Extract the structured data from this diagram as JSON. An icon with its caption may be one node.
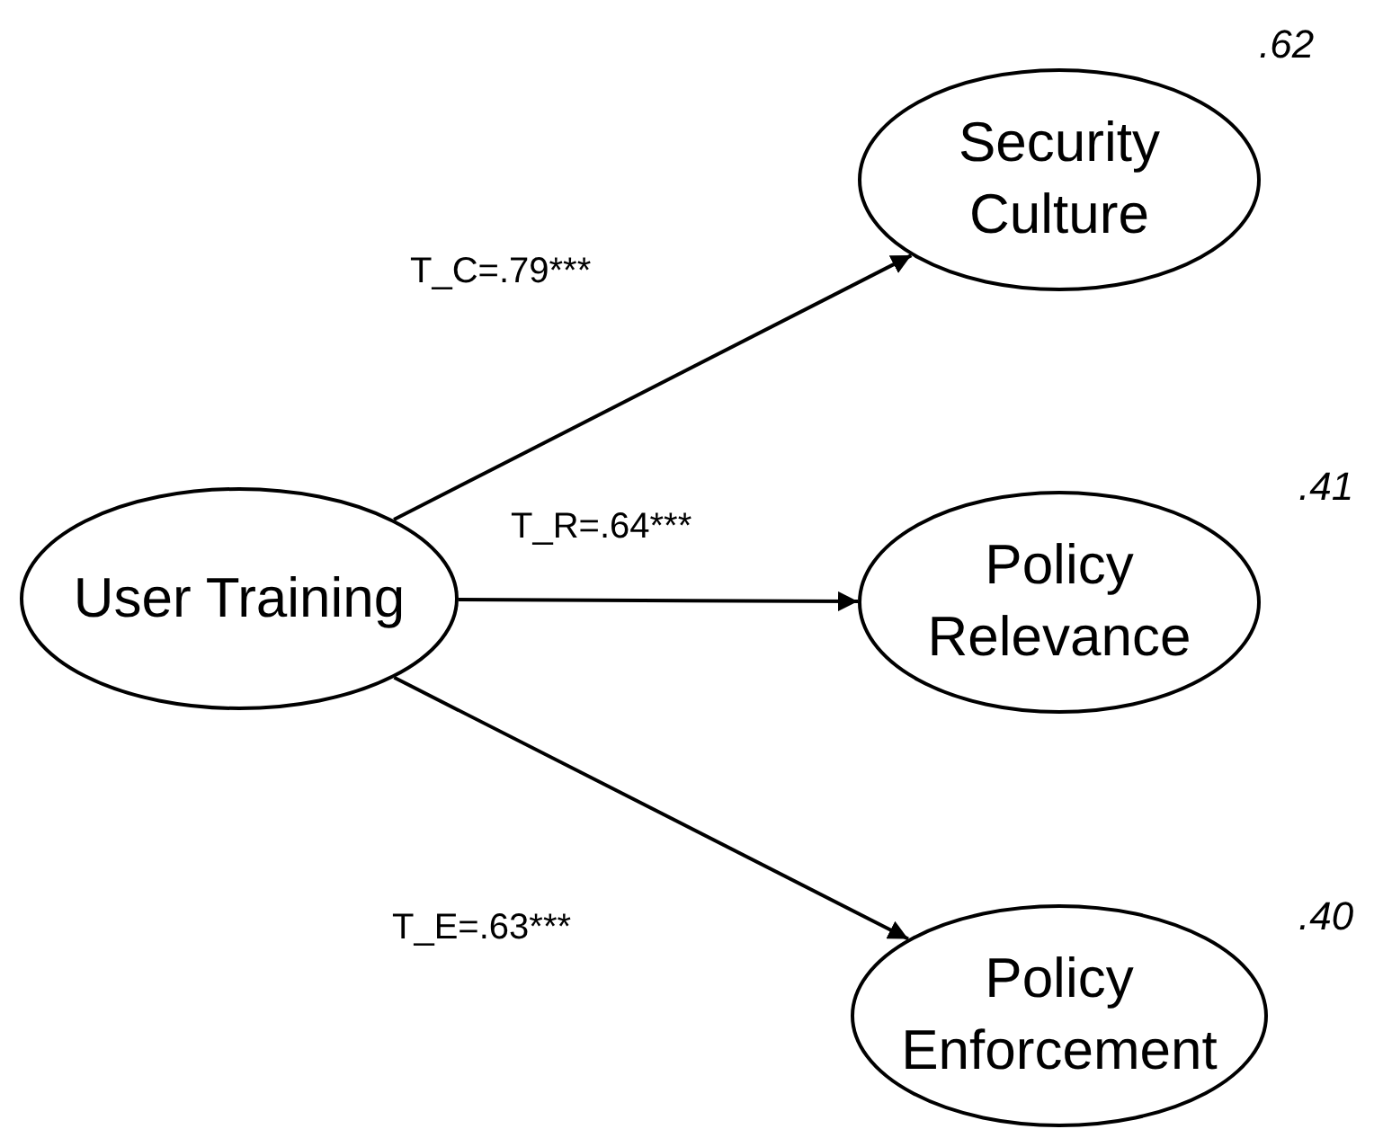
{
  "diagram": {
    "nodes": [
      {
        "text": [
          "User Training"
        ]
      },
      {
        "text": [
          "Security Culture"
        ],
        "beside": [
          ".62"
        ]
      },
      {
        "text": [
          "Policy Relevance"
        ],
        "beside": [
          ".41"
        ]
      },
      {
        "text": [
          "Policy Enforcement"
        ],
        "beside": [
          ".40"
        ]
      }
    ],
    "edges": [
      {
        "from": 0,
        "to": 1,
        "arrow": "to",
        "label": "T_C=.79***"
      },
      {
        "from": 0,
        "to": 2,
        "arrow": "to",
        "label": "T_R=.64***"
      },
      {
        "from": 0,
        "to": 3,
        "arrow": "to",
        "label": "T_E=.63***"
      }
    ]
  }
}
